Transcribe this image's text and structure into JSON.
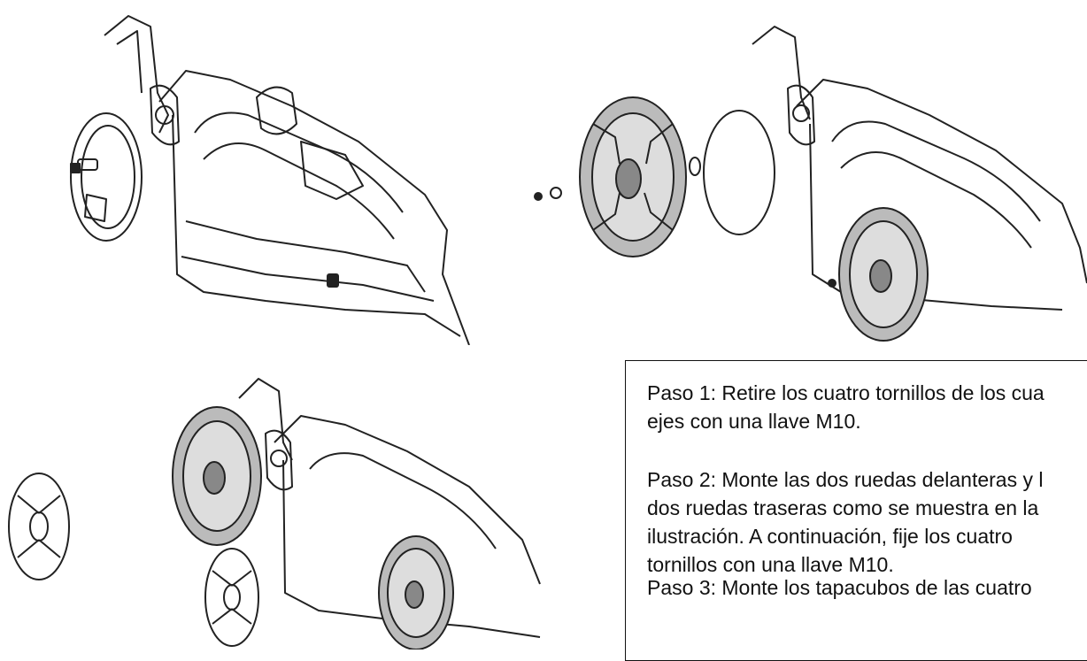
{
  "instructions": {
    "step1": [
      "Paso 1: Retire los cuatro tornillos de los cua",
      "ejes con una llave M10."
    ],
    "step2": [
      "Paso 2: Monte las dos ruedas delanteras y l",
      "dos ruedas traseras como se muestra en la",
      "ilustración. A continuación, fije los cuatro",
      "tornillos con una llave M10."
    ],
    "step3_partial": [
      "Paso 3: Monte los tapacubos de las cuatro"
    ]
  },
  "figures": {
    "top_left": {
      "icon": "mower-without-wheels-icon"
    },
    "top_right": {
      "icon": "mower-wheel-exploded-icon"
    },
    "bottom_left": {
      "icon": "mower-hubcap-exploded-icon"
    }
  },
  "colors": {
    "line": "#222222",
    "text": "#111111",
    "border": "#111111"
  }
}
